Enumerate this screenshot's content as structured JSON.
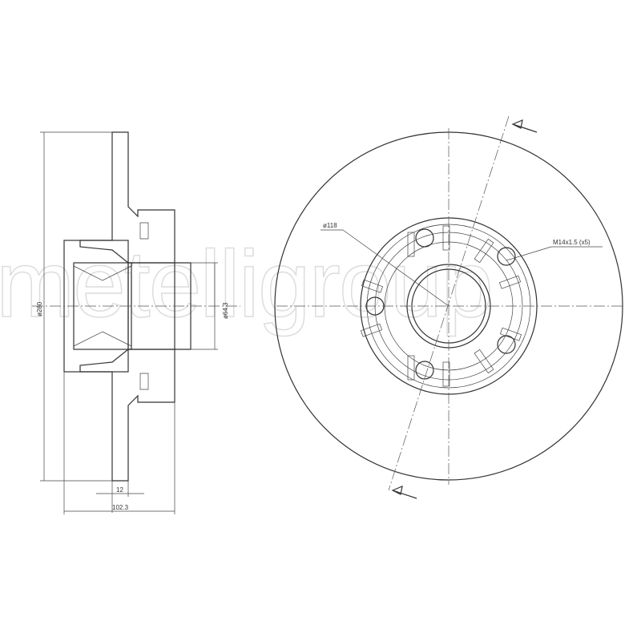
{
  "watermark": "metelligroup",
  "dimensions": {
    "outer_diameter": "ø280",
    "bore_diameter": "ø64.3",
    "thickness": "12",
    "height": "102.3",
    "pcd_diameter": "ø118",
    "thread": "M14x1.5 (x5)"
  }
}
